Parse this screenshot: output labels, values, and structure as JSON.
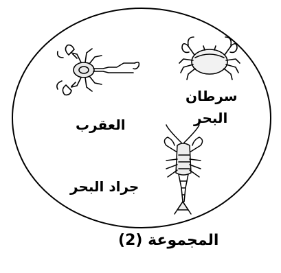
{
  "group_caption": "المجموعة (2)",
  "animals": [
    {
      "label": "العقرب",
      "icon": "scorpion-icon"
    },
    {
      "label_line1": "سرطان",
      "label_line2": "البحر",
      "icon": "crab-icon"
    },
    {
      "label": "جراد البحر",
      "icon": "lobster-icon"
    }
  ],
  "colors": {
    "ink": "#000000",
    "background": "#ffffff"
  }
}
